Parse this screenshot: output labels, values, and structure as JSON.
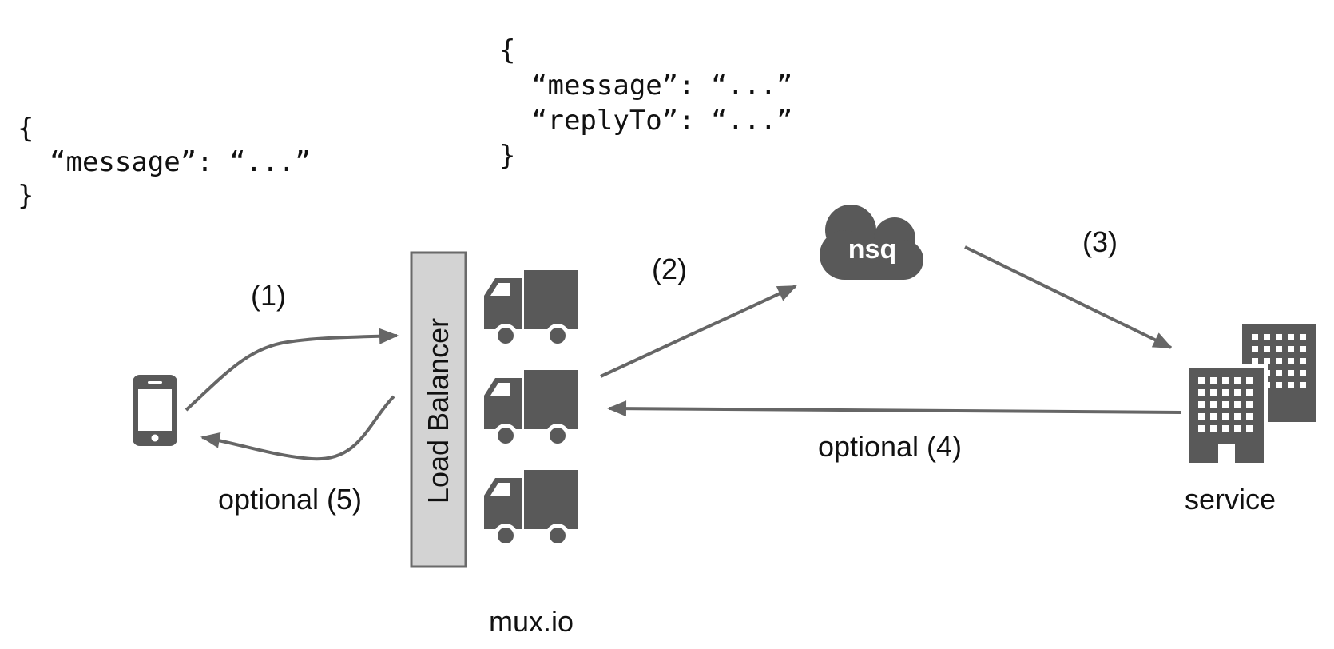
{
  "code_blocks": {
    "client_message": {
      "open": "{",
      "line1": "“message”: “...”",
      "close": "}"
    },
    "mux_message": {
      "open": "{",
      "line1": "“message”: “...”",
      "line2": "“replyTo”: “...”",
      "close": "}"
    }
  },
  "nodes": {
    "phone": {
      "icon": "smartphone-icon"
    },
    "load_balancer": {
      "label": "Load Balancer",
      "fill": "#d3d3d3",
      "stroke": "#6a6a6a"
    },
    "mux": {
      "label": "mux.io",
      "icon": "truck-icon",
      "count": 3
    },
    "nsq": {
      "label": "nsq",
      "icon": "cloud-icon"
    },
    "service": {
      "label": "service",
      "icon": "building-icon"
    }
  },
  "edges": {
    "step1": "(1)",
    "step2": "(2)",
    "step3": "(3)",
    "step4": "optional (4)",
    "step5": "optional (5)"
  },
  "colors": {
    "icon": "#595959",
    "arrow": "#666666",
    "text": "#111111"
  }
}
